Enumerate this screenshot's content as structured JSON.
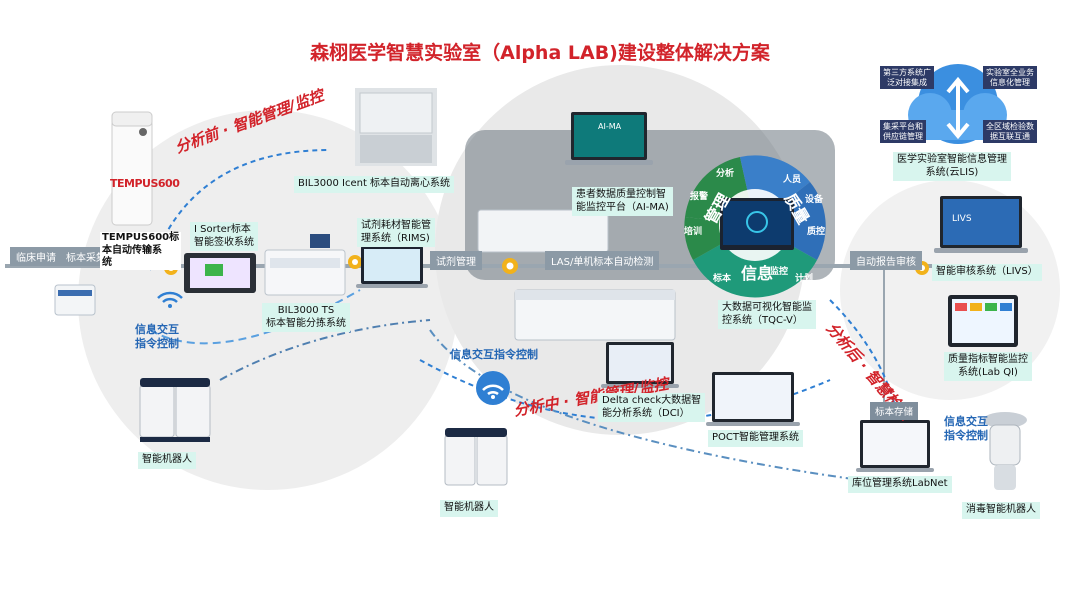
{
  "title": "森栩医学智慧实验室（Alpha LAB)建设整体解决方案",
  "phases": {
    "pre": "分析前 · 智能管理/监控",
    "mid": "分析中 · 智能管理/监控",
    "post": "分析后 · 智慧检验"
  },
  "info_cmd": {
    "left": "信息交互\n指令控制",
    "center": "信息交互指令控制",
    "right": "信息交互\n指令控制"
  },
  "flow": {
    "clinical": "临床申请",
    "sampling": "标本采集",
    "reagent": "试剂管理",
    "las": "LAS/单机标本自动检测",
    "auto_report": "自动报告审核",
    "storage": "标本存储"
  },
  "systems": {
    "tempus": "TEMPUS600标\n本自动传输系\n统",
    "isorter": "I Sorter标本\n智能签收系统",
    "bil_icent": "BIL3000 Icent 标本自动离心系统",
    "bil_ts": "BIL3000 TS\n标本智能分拣系统",
    "rims": "试剂耗材智能管\n理系统（RIMS)",
    "ai_ma": "患者数据质量控制智\n能监控平台（AI-MA)",
    "tqcv": "大数据可视化智能监\n控系统（TQC-V）",
    "dci": "Delta check大数据智\n能分析系统（DCI）",
    "poct": "POCT智能管理系统",
    "lis": "医学实验室智能信息管理\n系统(云LIS)",
    "livs": "智能审核系统（LIVS）",
    "labqi": "质量指标智能监控\n系统(Lab QI)",
    "labnet": "库位管理系统LabNet"
  },
  "robots": {
    "left": "智能机器人",
    "center": "智能机器人",
    "disinfect": "消毒智能机器人"
  },
  "cloud": {
    "tl": "第三方系统广\n泛对接集成",
    "tr": "实验室全业务\n信息化管理",
    "bl": "集采平台和\n供应链管理",
    "br": "全区域检验数\n据互联互通"
  },
  "hub": {
    "left": "管理",
    "right": "质量",
    "bottom": "信息",
    "analysis": "分析",
    "report": "报警",
    "training": "培训",
    "person": "人员",
    "device": "设备",
    "qc": "质控",
    "sample": "标本",
    "monitor": "监控",
    "plan": "计划"
  },
  "device_labels": {
    "tempus_brand": "TEMPUS600",
    "aima_screen": "AI-MA",
    "livs_screen": "LIVS"
  },
  "colors": {
    "title": "#d2232a",
    "accent_blue": "#2466b4",
    "box_fill": "#d8f5ee",
    "flow_line": "#8c9aa6",
    "node_yellow": "#f2b21b"
  }
}
